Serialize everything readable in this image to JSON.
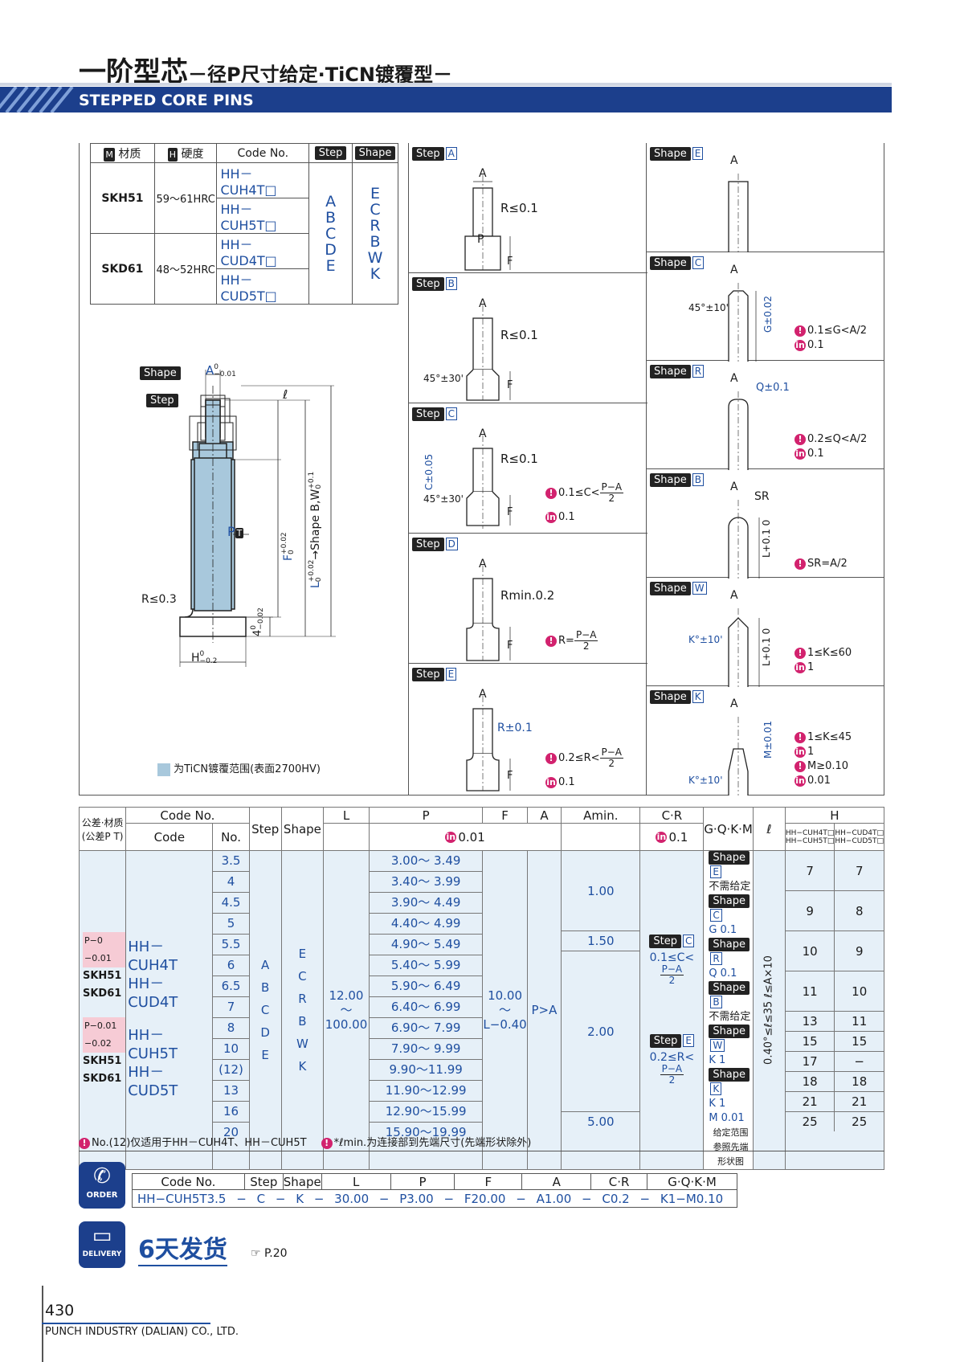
{
  "header": {
    "title_main": "一阶型芯",
    "title_sub": "－径P尺寸给定·TiCN镀覆型－",
    "banner": "STEPPED CORE PINS"
  },
  "spec_table": {
    "headers": [
      "M",
      "材质",
      "H",
      "硬度",
      "Code No.",
      "Step",
      "Shape"
    ],
    "rows": [
      {
        "material": "SKH51",
        "hardness": "59～61HRC",
        "codes": [
          "HH－CUH4T□",
          "HH－CUH5T□"
        ]
      },
      {
        "material": "SKD61",
        "hardness": "48～52HRC",
        "codes": [
          "HH－CUD4T□",
          "HH－CUD5T□"
        ]
      }
    ],
    "steps": [
      "A",
      "B",
      "C",
      "D",
      "E"
    ],
    "shapes": [
      "E",
      "C",
      "R",
      "B",
      "W",
      "K"
    ]
  },
  "main_drawing": {
    "shape_label": "Shape",
    "step_label": "Step",
    "a_dim": "A",
    "a_tol_up": "0",
    "a_tol_low": "−0.01",
    "l_label": "ℓ",
    "p_label": "P",
    "p_badge": "T",
    "r_label": "R≤0.3",
    "h_label": "H",
    "h_tol_up": "0",
    "h_tol_low": "−0.2",
    "four_label": "4",
    "four_tol_up": "0",
    "four_tol_low": "−0.02",
    "f_label": "F",
    "f_tol_up": "+0.02",
    "f_tol_low": "0",
    "l_total": "L",
    "l_total_tol_up": "+0.02",
    "l_total_tol_low": "0",
    "shape_bw": "→Shape B,W",
    "shape_bw_tol_up": "+0.1",
    "shape_bw_tol_low": "0",
    "legend_text": "为TiCN镀覆范围(表面2700HV)"
  },
  "step_diagrams": [
    {
      "name": "A",
      "labels": [
        "A",
        "R≤0.1",
        "P",
        "F"
      ],
      "note": ""
    },
    {
      "name": "B",
      "labels": [
        "A",
        "R≤0.1",
        "45°±30'",
        "F"
      ],
      "note": ""
    },
    {
      "name": "C",
      "labels": [
        "A",
        "R≤0.1",
        "C±0.05",
        "45°±30'",
        "F"
      ],
      "note1": "0.1≤C<",
      "note1_num": "P−A",
      "note1_den": "2",
      "note2": "0.1"
    },
    {
      "name": "D",
      "labels": [
        "A",
        "Rmin.0.2",
        "F"
      ],
      "note1": "R=",
      "note1_num": "P−A",
      "note1_den": "2"
    },
    {
      "name": "E",
      "labels": [
        "A",
        "R±0.1",
        "F"
      ],
      "note1": "0.2≤R<",
      "note1_num": "P−A",
      "note1_den": "2",
      "note2": "0.1"
    }
  ],
  "shape_diagrams": [
    {
      "name": "E",
      "labels": [
        "A"
      ]
    },
    {
      "name": "C",
      "labels": [
        "A",
        "45°±10'",
        "G±0.02"
      ],
      "note1": "0.1≤G<A/2",
      "note2": "0.1"
    },
    {
      "name": "R",
      "labels": [
        "A",
        "Q±0.1"
      ],
      "note1": "0.2≤Q<A/2",
      "note2": "0.1"
    },
    {
      "name": "B",
      "labels": [
        "A",
        "SR",
        "L+0.1 0"
      ],
      "note1": "SR=A/2"
    },
    {
      "name": "W",
      "labels": [
        "A",
        "K°±10'",
        "L+0.1 0"
      ],
      "note1": "1≤K≤60",
      "note2": "1"
    },
    {
      "name": "K",
      "labels": [
        "A",
        "M±0.01",
        "K°±10'"
      ],
      "note1": "1≤K≤45",
      "note2": "1",
      "note3": "M≥0.10",
      "note4": "0.01"
    }
  ],
  "main_table": {
    "h1": [
      "公差·材质",
      "Code No.",
      "Step",
      "Shape",
      "L",
      "P",
      "F",
      "A",
      "Amin.",
      "C·R",
      "G·Q·K·M",
      "ℓ",
      "H"
    ],
    "h1_sub": "(公差P T)",
    "h2": [
      "Code",
      "No."
    ],
    "h_sub": [
      "HH−CUH4T□ HH−CUH5T□",
      "HH−CUD4T□ HH−CUD5T□"
    ],
    "tol_note": "0.01",
    "cr_note": "0.1",
    "tol1": "P−0 −0.01",
    "tol2": "P−0.01 −0.02",
    "groups": [
      {
        "mat1": "SKH51",
        "code1": "HH－CUH4T",
        "mat2": "SKD61",
        "code2": "HH－CUD4T"
      },
      {
        "mat1": "SKH51",
        "code1": "HH－CUH5T",
        "mat2": "SKD61",
        "code2": "HH－CUD5T"
      }
    ],
    "nos": [
      "3.5",
      "4",
      "4.5",
      "5",
      "5.5",
      "6",
      "6.5",
      "7",
      "8",
      "10",
      "(12)",
      "13",
      "16",
      "20"
    ],
    "steps": [
      "A",
      "B",
      "C",
      "D",
      "E"
    ],
    "shapes": [
      "E",
      "C",
      "R",
      "B",
      "W",
      "K"
    ],
    "L_range": [
      "12.00",
      "～",
      "100.00"
    ],
    "P_ranges": [
      "3.00～ 3.49",
      "3.40～ 3.99",
      "3.90～ 4.49",
      "4.40～ 4.99",
      "4.90～ 5.49",
      "5.40～ 5.99",
      "5.90～ 6.49",
      "6.40～ 6.99",
      "6.90～ 7.99",
      "7.90～ 9.99",
      "9.90～11.99",
      "11.90～12.99",
      "12.90～15.99",
      "15.90～19.99"
    ],
    "F_range": [
      "10.00",
      "～",
      "L−0.40"
    ],
    "A_cond": "P>A",
    "amin": [
      "1.00",
      "1.50",
      "2.00",
      "5.00"
    ],
    "cr": {
      "c_label": "Step",
      "c_box": "C",
      "c_text": "0.1≤C<",
      "r_label": "Step",
      "r_box": "E",
      "r_text": "0.2≤R<",
      "num": "P−A",
      "den": "2"
    },
    "gqkm": [
      {
        "shape": "E",
        "text": "不需给定"
      },
      {
        "shape": "C",
        "text": "G  0.1"
      },
      {
        "shape": "R",
        "text": "Q  0.1"
      },
      {
        "shape": "B",
        "text": "不需给定"
      },
      {
        "shape": "W",
        "text": "K  1"
      },
      {
        "shape": "K",
        "text": "K  1",
        "text2": "M  0.01"
      }
    ],
    "gqkm_foot": [
      "给定范围",
      "参照先端形状图"
    ],
    "ell": "0.40°≤ℓ≤35  ℓ≤A×10",
    "H_values": [
      [
        "7",
        "7"
      ],
      [
        "9",
        "8"
      ],
      [
        "10",
        "9"
      ],
      [
        "11",
        "10"
      ],
      [
        "13",
        "11"
      ],
      [
        "15",
        "15"
      ],
      [
        "17",
        "−"
      ],
      [
        "18",
        "18"
      ],
      [
        "21",
        "21"
      ],
      [
        "25",
        "25"
      ]
    ],
    "footnote1": "No.(12)仅适用于HH－CUH4T、HH－CUH5T",
    "footnote2": "*ℓmin.为连接部到先端尺寸(先端形状除外)"
  },
  "order": {
    "icon_label": "ORDER",
    "headers": [
      "Code No.",
      "Step",
      "Shape",
      "L",
      "P",
      "F",
      "A",
      "C·R",
      "G·Q·K·M"
    ],
    "values": [
      "HH−CUH5T3.5",
      "−",
      "C",
      "−",
      "K",
      "−",
      "30.00",
      "−",
      "P3.00",
      "−",
      "F20.00",
      "−",
      "A1.00",
      "−",
      "C0.2",
      "−",
      "K1−M0.10"
    ]
  },
  "delivery": {
    "icon_label": "DELIVERY",
    "days": "6天发货",
    "ref": "☞ P.20"
  },
  "footer": {
    "page": "430",
    "company": "PUNCH INDUSTRY (DALIAN) CO., LTD."
  },
  "colors": {
    "accent": "#1f4fa0",
    "banner": "#1c3f8c",
    "coat": "#a8c8dc",
    "magenta": "#d2226e",
    "table_tint": "#e6f0f8"
  }
}
